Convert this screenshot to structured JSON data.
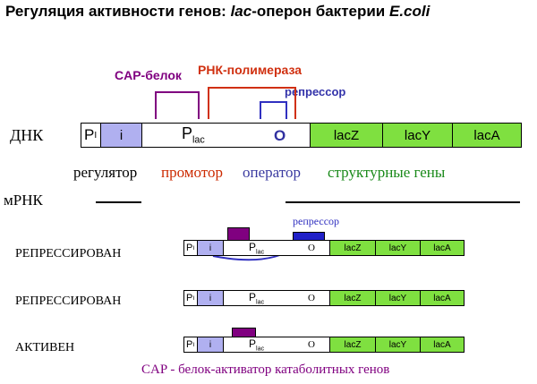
{
  "title": {
    "prefix": "Регуляция активности генов:",
    "lac": "lac",
    "middle": "-оперон бактерии",
    "ecoli": "E.coli"
  },
  "top_labels": {
    "cap": "CAP-белок",
    "rnap": "РНК-полимераза",
    "repressor": "репрессор"
  },
  "dna_label": "ДНК",
  "mrna_label": "мРНК",
  "segments": {
    "pi_main": "P",
    "pi_sub": "I",
    "i": "i",
    "plac_main": "P",
    "plac_sub": "lac",
    "o": "O",
    "lacz": "lacZ",
    "lacy": "lacY",
    "laca": "lacA"
  },
  "region_labels": {
    "regulator": "регулятор",
    "promoter": "промотор",
    "operator": "оператор",
    "structural": "структурные гены"
  },
  "small_repressor_label": "репрессор",
  "states": [
    "РЕПРЕССИРОВАН",
    "РЕПРЕССИРОВАН",
    "АКТИВЕН"
  ],
  "footer": "CAP - белок-активатор катаболитных генов",
  "colors": {
    "cap": "#800080",
    "rnap": "#d03010",
    "repressor": "#3030c0",
    "genes": "#7fe040",
    "i_gene": "#b0b0f0",
    "region_regulator": "#000000",
    "region_promoter": "#cc2a00",
    "region_operator": "#3a3aa0",
    "region_structural": "#1a8a1a",
    "footer": "#800080",
    "small_cap_box": "#800080",
    "small_repressor_box": "#2020c8"
  }
}
